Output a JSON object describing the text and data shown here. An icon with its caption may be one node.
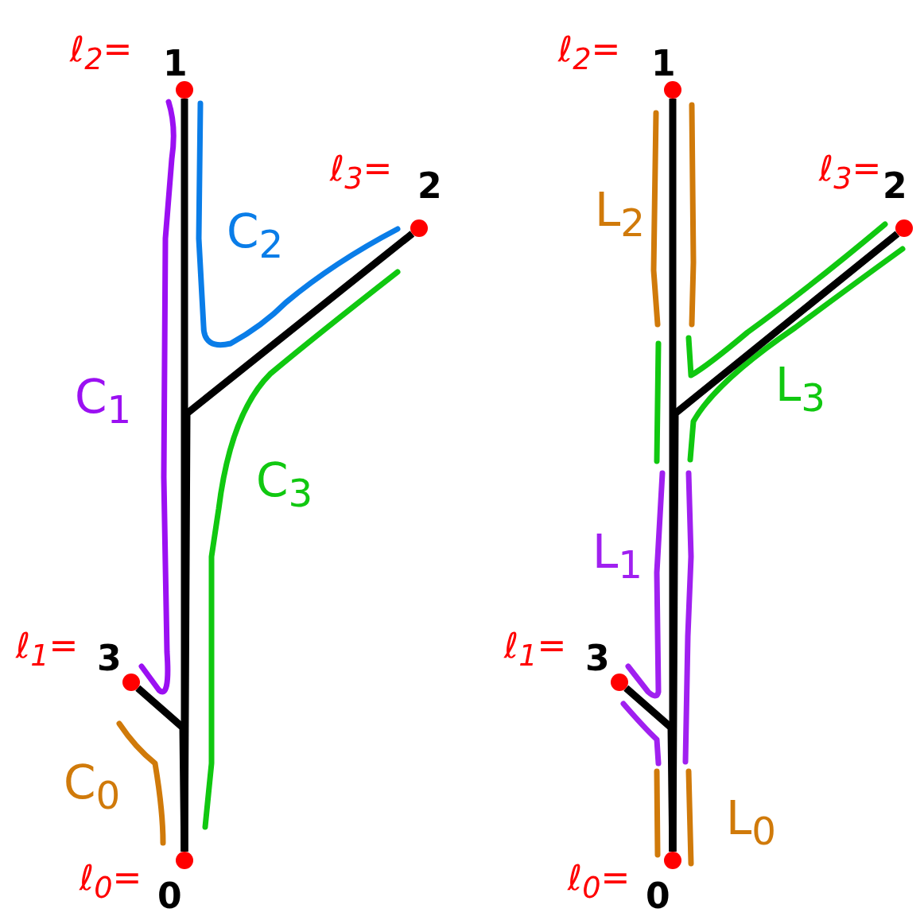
{
  "diagram": {
    "nodes": [
      {
        "text": [],
        "shape": "circle",
        "beside": [
          "ℓ$_{2}$=",
          "1"
        ]
      },
      {
        "text": [],
        "shape": "circle",
        "beside": [
          "ℓ$_{3}$=",
          "2"
        ]
      },
      {
        "text": [],
        "shape": "circle",
        "beside": [
          "ℓ$_{1}$=",
          "3"
        ]
      },
      {
        "text": [],
        "shape": "circle",
        "beside": [
          "ℓ$_{0}$=",
          "0"
        ]
      },
      {
        "text": [],
        "shape": "circle",
        "beside": [
          "ℓ$_{2}$=",
          "1"
        ]
      },
      {
        "text": [],
        "shape": "circle",
        "beside": [
          "ℓ$_{3}$=",
          "2"
        ]
      },
      {
        "text": [],
        "shape": "circle",
        "beside": [
          "ℓ$_{1}$=",
          "3"
        ]
      },
      {
        "text": [],
        "shape": "circle",
        "beside": [
          "ℓ$_{0}$=",
          "0"
        ]
      }
    ],
    "edges": [
      {
        "from": 0,
        "to": 3,
        "arrow": "none"
      },
      {
        "from": 1,
        "to": 3,
        "arrow": "none"
      },
      {
        "from": 2,
        "to": 3,
        "arrow": "none"
      },
      {
        "from": 4,
        "to": 7,
        "arrow": "none"
      },
      {
        "from": 5,
        "to": 7,
        "arrow": "none"
      },
      {
        "from": 6,
        "to": 7,
        "arrow": "none"
      }
    ],
    "labels": [
      "C$_{2}$",
      "C$_{1}$",
      "C$_{3}$",
      "C$_{0}$",
      "L$_{2}$",
      "L$_{3}$",
      "L$_{1}$",
      "L$_{0}$"
    ]
  }
}
